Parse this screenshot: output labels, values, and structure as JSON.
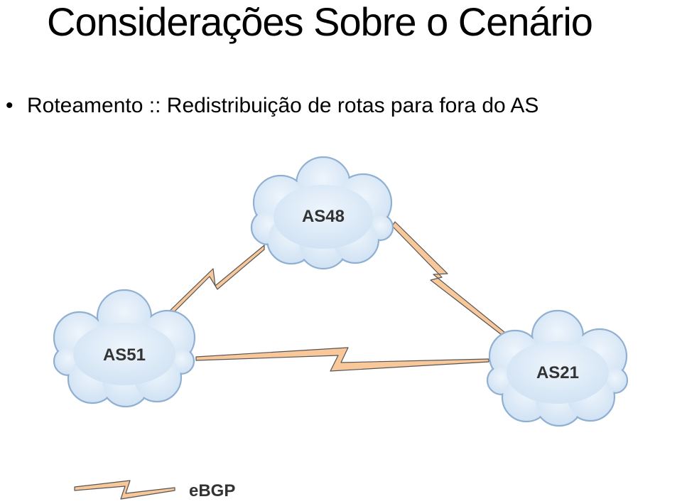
{
  "slide": {
    "title": "Considerações Sobre o Cenário",
    "bullet": "Roteamento :: Redistribuição de rotas para fora do AS"
  },
  "diagram": {
    "nodes": [
      {
        "id": "as48",
        "label": "AS48"
      },
      {
        "id": "as51",
        "label": "AS51"
      },
      {
        "id": "as21",
        "label": "AS21"
      }
    ],
    "links": [
      {
        "from": "as51",
        "to": "as48",
        "type": "eBGP"
      },
      {
        "from": "as48",
        "to": "as21",
        "type": "eBGP"
      },
      {
        "from": "as51",
        "to": "as21",
        "type": "eBGP"
      }
    ],
    "legend": {
      "label": "eBGP"
    },
    "colors": {
      "cloud_fill": "#dceaf7",
      "cloud_stroke": "#8fb0d2",
      "link_fill": "#f9c89a",
      "link_stroke": "#555555"
    }
  }
}
